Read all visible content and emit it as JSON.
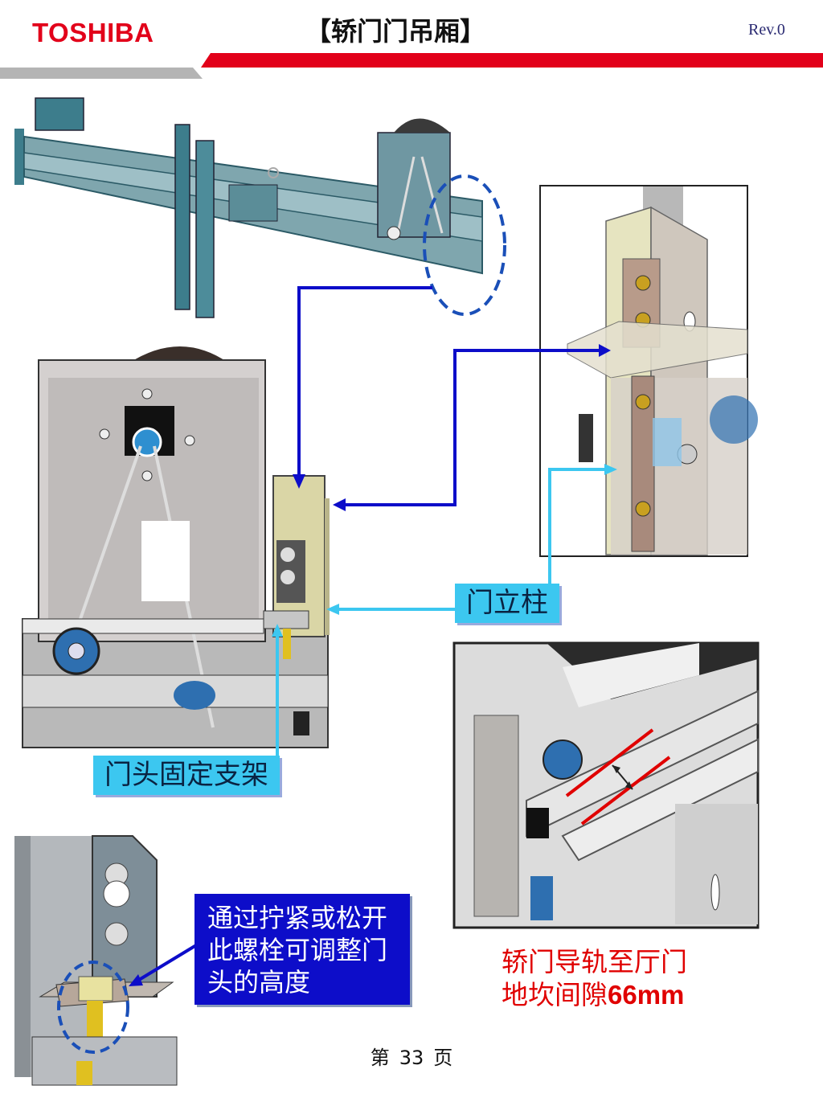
{
  "header": {
    "logo": "TOSHIBA",
    "title": "【轿门门吊厢】",
    "revision": "Rev.0",
    "colors": {
      "brand_red": "#e2001a",
      "band_gray": "#b4b4b4"
    }
  },
  "labels": {
    "door_post": "门立柱",
    "header_bracket": "门头固定支架",
    "adjust_note_lines": [
      "通过拧紧或松开",
      "此螺栓可调整门",
      "头的高度"
    ],
    "gap_note_line1": "轿门导轨至厅门",
    "gap_note_line2_text": "地坎间隙",
    "gap_note_line2_value": "66mm"
  },
  "footer": {
    "prefix": "第",
    "page": "33",
    "suffix": "页"
  },
  "colors": {
    "callout_cyan": "#3cc7f0",
    "arrow_blue": "#0d0dc9",
    "note_red": "#e00000",
    "machine_teal": "#3d7d8c"
  }
}
